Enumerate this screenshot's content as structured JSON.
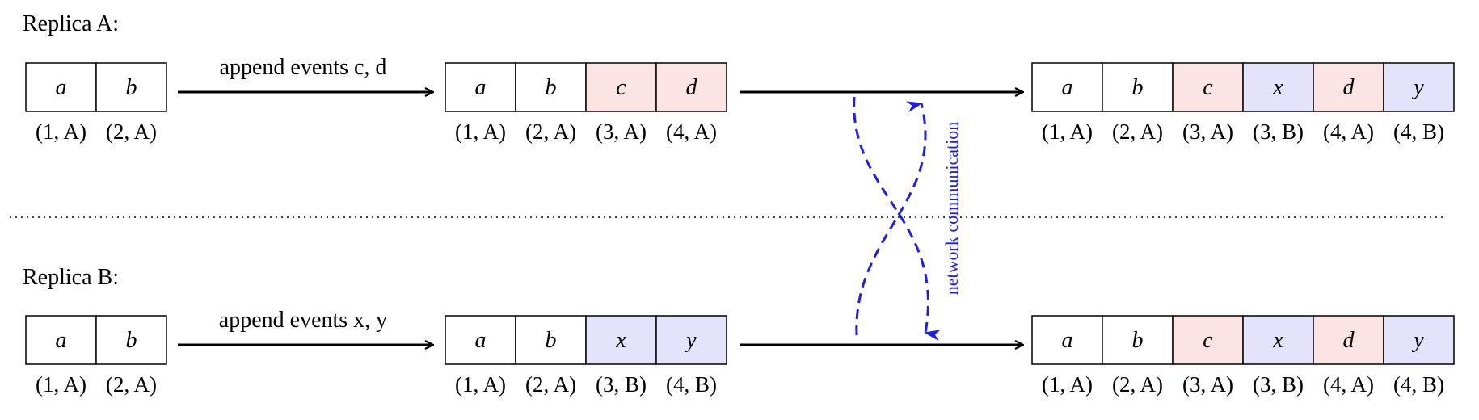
{
  "replica_a": {
    "label": "Replica A:",
    "before": [
      {
        "event": "a",
        "id": "(1, A)",
        "color": "white"
      },
      {
        "event": "b",
        "id": "(2, A)",
        "color": "white"
      }
    ],
    "append_label": "append events c, d",
    "after_append": [
      {
        "event": "a",
        "id": "(1, A)",
        "color": "white"
      },
      {
        "event": "b",
        "id": "(2, A)",
        "color": "white"
      },
      {
        "event": "c",
        "id": "(3, A)",
        "color": "red"
      },
      {
        "event": "d",
        "id": "(4, A)",
        "color": "red"
      }
    ],
    "merged": [
      {
        "event": "a",
        "id": "(1, A)",
        "color": "white"
      },
      {
        "event": "b",
        "id": "(2, A)",
        "color": "white"
      },
      {
        "event": "c",
        "id": "(3, A)",
        "color": "red"
      },
      {
        "event": "x",
        "id": "(3, B)",
        "color": "blue"
      },
      {
        "event": "d",
        "id": "(4, A)",
        "color": "red"
      },
      {
        "event": "y",
        "id": "(4, B)",
        "color": "blue"
      }
    ]
  },
  "replica_b": {
    "label": "Replica B:",
    "before": [
      {
        "event": "a",
        "id": "(1, A)",
        "color": "white"
      },
      {
        "event": "b",
        "id": "(2, A)",
        "color": "white"
      }
    ],
    "append_label": "append events x, y",
    "after_append": [
      {
        "event": "a",
        "id": "(1, A)",
        "color": "white"
      },
      {
        "event": "b",
        "id": "(2, A)",
        "color": "white"
      },
      {
        "event": "x",
        "id": "(3, B)",
        "color": "blue"
      },
      {
        "event": "y",
        "id": "(4, B)",
        "color": "blue"
      }
    ],
    "merged": [
      {
        "event": "a",
        "id": "(1, A)",
        "color": "white"
      },
      {
        "event": "b",
        "id": "(2, A)",
        "color": "white"
      },
      {
        "event": "c",
        "id": "(3, A)",
        "color": "red"
      },
      {
        "event": "x",
        "id": "(3, B)",
        "color": "blue"
      },
      {
        "event": "d",
        "id": "(4, A)",
        "color": "red"
      },
      {
        "event": "y",
        "id": "(4, B)",
        "color": "blue"
      }
    ]
  },
  "network_label": "network communication",
  "colors": {
    "white": "#ffffff",
    "red": "#fde4e4",
    "blue": "#e3e3fb",
    "network": "#1f1fe0",
    "stroke": "#000000"
  }
}
